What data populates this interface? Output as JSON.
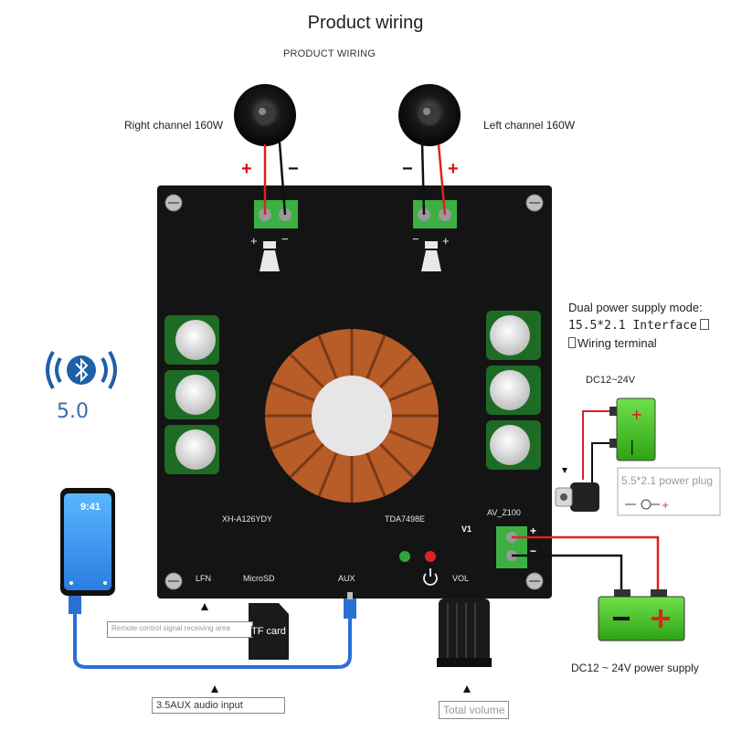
{
  "header": {
    "title": "Product wiring",
    "subtitle": "PRODUCT WIRING"
  },
  "speakers": {
    "right_label": "Right channel 160W",
    "left_label": "Left channel 160W",
    "plus": "+",
    "minus": "−"
  },
  "power_info": {
    "heading": "Dual power supply mode:",
    "line1": "15.5*2.1 Interface",
    "line2": "Wiring terminal",
    "battery_top_label": "DC12~24V",
    "plug_label": "5.5*2.1 power plug",
    "supply_label": "DC12 ~ 24V power supply"
  },
  "bluetooth": {
    "version": "5.0"
  },
  "phone": {
    "time": "9:41"
  },
  "board": {
    "model": "XH-A126YDY",
    "chip": "TDA7498E",
    "power_tag": "AV_Z100",
    "v1": "V1",
    "port_lfn": "LFN",
    "port_microsd": "MicroSD",
    "port_aux": "AUX",
    "vol": "VOL"
  },
  "callouts": {
    "remote_label": "Remote control signal receiving area",
    "tf_card": "TF card",
    "aux_input": "3.5AUX audio input",
    "total_volume": "Total volume"
  },
  "colors": {
    "wire_red": "#e02020",
    "wire_black": "#111111",
    "battery_green": "#43c924",
    "board": "#141414",
    "heatsink": "#c86a2e",
    "bluetooth_blue": "#1f5fa8"
  }
}
